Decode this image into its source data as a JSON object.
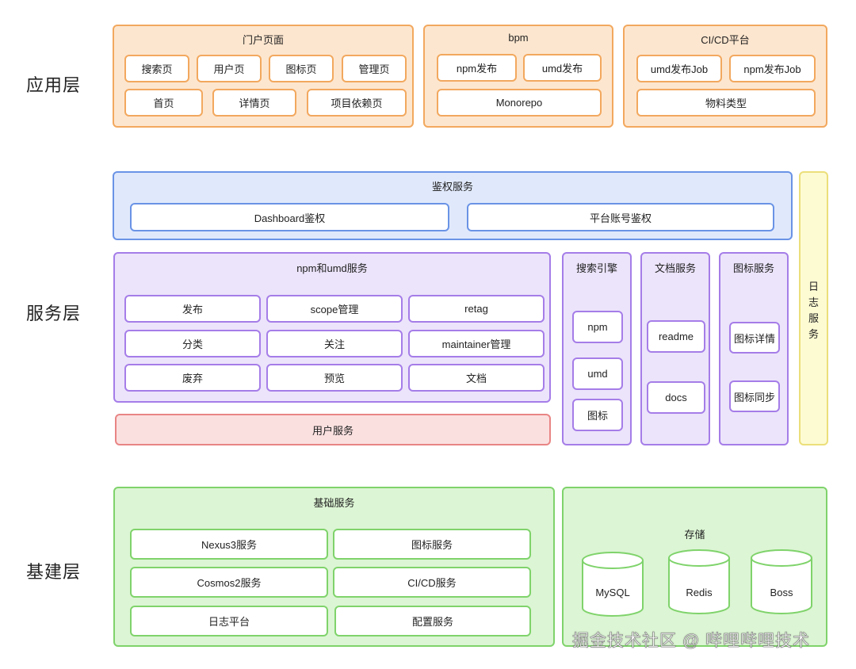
{
  "layers": {
    "app": "应用层",
    "service": "服务层",
    "infra": "基建层"
  },
  "portal": {
    "title": "门户页面",
    "row1": [
      "搜索页",
      "用户页",
      "图标页",
      "管理页"
    ],
    "row2": [
      "首页",
      "详情页",
      "项目依赖页"
    ]
  },
  "bpm": {
    "title": "bpm",
    "items": [
      "npm发布",
      "umd发布",
      "Monorepo"
    ]
  },
  "cicd": {
    "title": "CI/CD平台",
    "items": [
      "umd发布Job",
      "npm发布Job",
      "物料类型"
    ]
  },
  "auth": {
    "title": "鉴权服务",
    "items": [
      "Dashboard鉴权",
      "平台账号鉴权"
    ]
  },
  "npmumd": {
    "title": "npm和umd服务",
    "items": [
      "发布",
      "scope管理",
      "retag",
      "分类",
      "关注",
      "maintainer管理",
      "废弃",
      "预览",
      "文档"
    ]
  },
  "user_service": "用户服务",
  "search": {
    "title": "搜索引擎",
    "items": [
      "npm",
      "umd",
      "图标"
    ]
  },
  "docs": {
    "title": "文档服务",
    "items": [
      "readme",
      "docs"
    ]
  },
  "icon_service": {
    "title": "图标服务",
    "items": [
      "图标详情",
      "图标同步"
    ]
  },
  "log_service": [
    "日",
    "志",
    "服",
    "务"
  ],
  "base": {
    "title": "基础服务",
    "items": [
      "Nexus3服务",
      "图标服务",
      "Cosmos2服务",
      "CI/CD服务",
      "日志平台",
      "配置服务"
    ]
  },
  "storage": {
    "title": "存储",
    "items": [
      "MySQL",
      "Redis",
      "Boss"
    ]
  },
  "watermark": "掘金技术社区 @ 哔哩哔哩技术"
}
